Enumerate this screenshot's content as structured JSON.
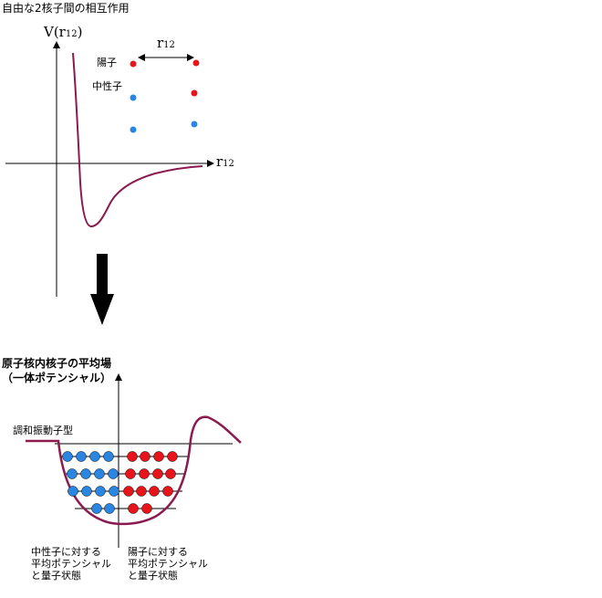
{
  "titles": {
    "top": "自由な2核子間の相互作用",
    "bottom_line1": "原子核内核子の平均場",
    "bottom_line2": "（一体ポテンシャル）"
  },
  "top_diagram": {
    "y_axis_label": "V(r",
    "y_axis_sub": "12",
    "y_axis_close": ")",
    "x_axis_label": "r",
    "x_axis_sub": "12",
    "distance_label": "r",
    "distance_sub": "12",
    "legend_proton": "陽子",
    "legend_neutron": "中性子",
    "colors": {
      "proton": "#e8141c",
      "neutron": "#2a86e0",
      "curve": "#8b1a4f"
    }
  },
  "bottom_diagram": {
    "well_label": "調和振動子型",
    "neutron_caption": [
      "中性子に対する",
      "平均ポテンシャル",
      "と量子状態"
    ],
    "proton_caption": [
      "陽子に対する",
      "平均ポテンシャル",
      "と量子状態"
    ],
    "neutron_rows": [
      4,
      4,
      4,
      2
    ],
    "proton_rows": [
      4,
      4,
      4,
      2
    ]
  }
}
